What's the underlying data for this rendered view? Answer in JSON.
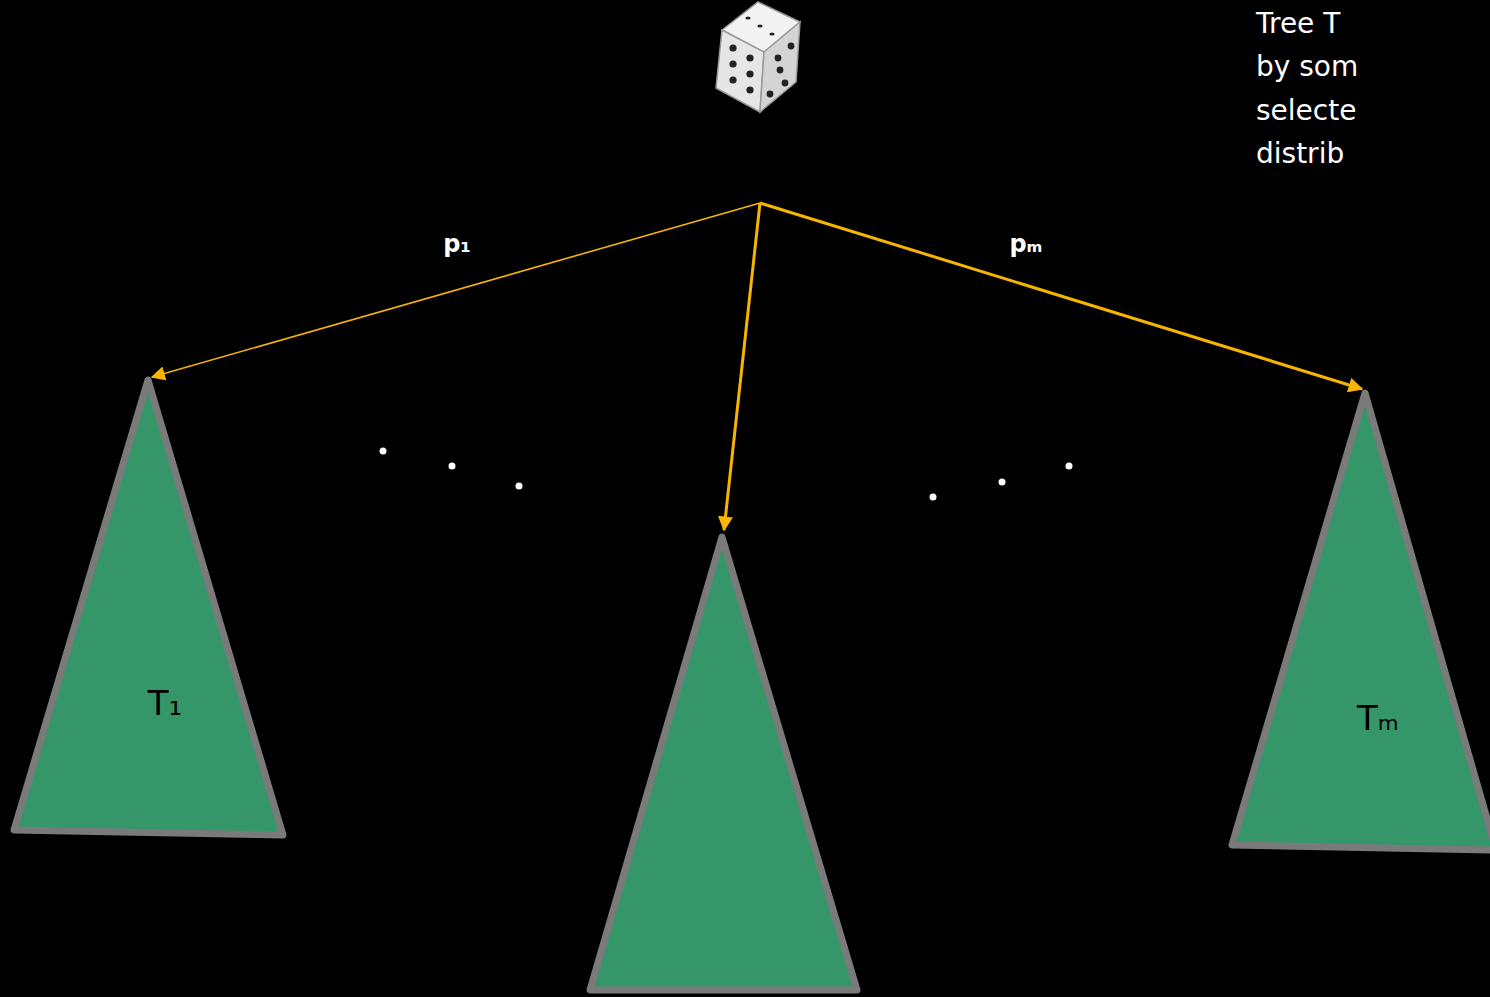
{
  "diagram": {
    "nodes": [
      {
        "text": [
          "T₁"
        ]
      },
      {
        "text": [
          "Tₘ"
        ]
      }
    ],
    "labels": [
      "p₁",
      "pₘ",
      "Tree T by som selecte distrib"
    ]
  }
}
